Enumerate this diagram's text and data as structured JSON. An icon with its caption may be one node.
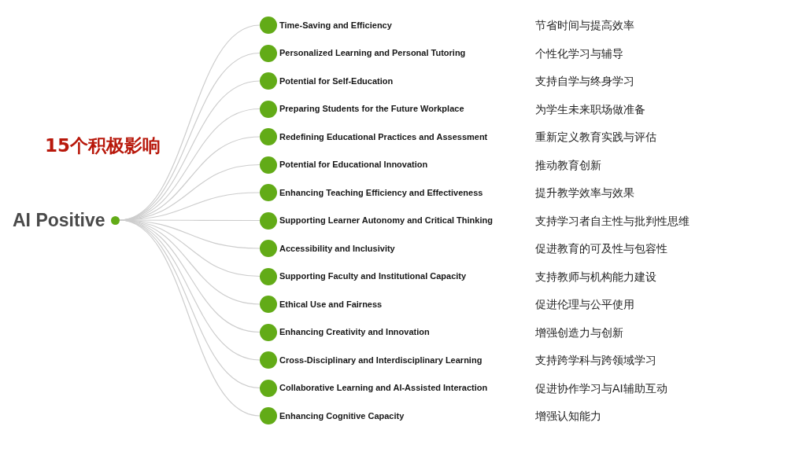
{
  "diagram": {
    "title": "15个积极影响",
    "nodes": [
      {
        "text": [
          "AI Positive"
        ]
      },
      {
        "text": [
          "Time-Saving and Efficiency"
        ]
      },
      {
        "text": [
          "Personalized Learning and Personal Tutoring"
        ]
      },
      {
        "text": [
          "Potential for Self-Education"
        ]
      },
      {
        "text": [
          "Preparing Students for the Future Workplace"
        ]
      },
      {
        "text": [
          "Redefining Educational Practices and Assessment"
        ]
      },
      {
        "text": [
          "Potential for Educational Innovation"
        ]
      },
      {
        "text": [
          "Enhancing Teaching Efficiency and Effectiveness"
        ]
      },
      {
        "text": [
          "Supporting Learner Autonomy and Critical Thinking"
        ]
      },
      {
        "text": [
          "Accessibility and Inclusivity"
        ]
      },
      {
        "text": [
          "Supporting Faculty and Institutional Capacity"
        ]
      },
      {
        "text": [
          "Ethical Use and Fairness"
        ]
      },
      {
        "text": [
          "Enhancing Creativity and Innovation"
        ]
      },
      {
        "text": [
          "Cross-Disciplinary and Interdisciplinary Learning"
        ]
      },
      {
        "text": [
          "Collaborative Learning and AI-Assisted Interaction"
        ]
      },
      {
        "text": [
          "Enhancing Cognitive Capacity"
        ]
      }
    ],
    "edges": [
      {
        "from": 0,
        "to": 1,
        "arrow": "none"
      },
      {
        "from": 0,
        "to": 2,
        "arrow": "none"
      },
      {
        "from": 0,
        "to": 3,
        "arrow": "none"
      },
      {
        "from": 0,
        "to": 4,
        "arrow": "none"
      },
      {
        "from": 0,
        "to": 5,
        "arrow": "none"
      },
      {
        "from": 0,
        "to": 6,
        "arrow": "none"
      },
      {
        "from": 0,
        "to": 7,
        "arrow": "none"
      },
      {
        "from": 0,
        "to": 8,
        "arrow": "none"
      },
      {
        "from": 0,
        "to": 9,
        "arrow": "none"
      },
      {
        "from": 0,
        "to": 10,
        "arrow": "none"
      },
      {
        "from": 0,
        "to": 11,
        "arrow": "none"
      },
      {
        "from": 0,
        "to": 12,
        "arrow": "none"
      },
      {
        "from": 0,
        "to": 13,
        "arrow": "none"
      },
      {
        "from": 0,
        "to": 14,
        "arrow": "none"
      },
      {
        "from": 0,
        "to": 15,
        "arrow": "none"
      }
    ],
    "labels": [
      "节省时间与提高效率",
      "个性化学习与辅导",
      "支持自学与终身学习",
      "为学生未来职场做准备",
      "重新定义教育实践与评估",
      "推动教育创新",
      "提升教学效率与效果",
      "支持学习者自主性与批判性思维",
      "促进教育的可及性与包容性",
      "支持教师与机构能力建设",
      "促进伦理与公平使用",
      "增强创造力与创新",
      "支持跨学科与跨领域学习",
      "促进协作学习与AI辅助互动",
      "增强认知能力"
    ]
  }
}
